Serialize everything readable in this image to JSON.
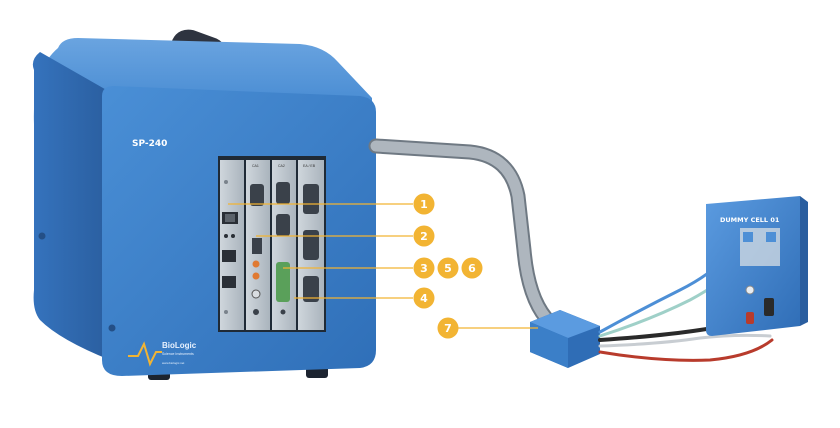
{
  "instrument": {
    "model_label": "SP-240",
    "brand_label": "BioLogic",
    "brand_sub": "Science Instruments",
    "brand_tagline": "www.biologic.net",
    "card_labels": [
      "CA1",
      "CA2",
      "EA / EB"
    ]
  },
  "dummy_cell": {
    "label": "DUMMY CELL 01"
  },
  "callouts": [
    {
      "id": "1",
      "label": "1"
    },
    {
      "id": "2",
      "label": "2"
    },
    {
      "id": "3",
      "label": "3"
    },
    {
      "id": "5",
      "label": "5"
    },
    {
      "id": "6",
      "label": "6"
    },
    {
      "id": "4",
      "label": "4"
    },
    {
      "id": "7",
      "label": "7"
    }
  ],
  "colors": {
    "housing": "#3b7fc8",
    "housing_dark": "#2b64a6",
    "callout": "#f2b433",
    "cable": "#9ea7b0"
  }
}
